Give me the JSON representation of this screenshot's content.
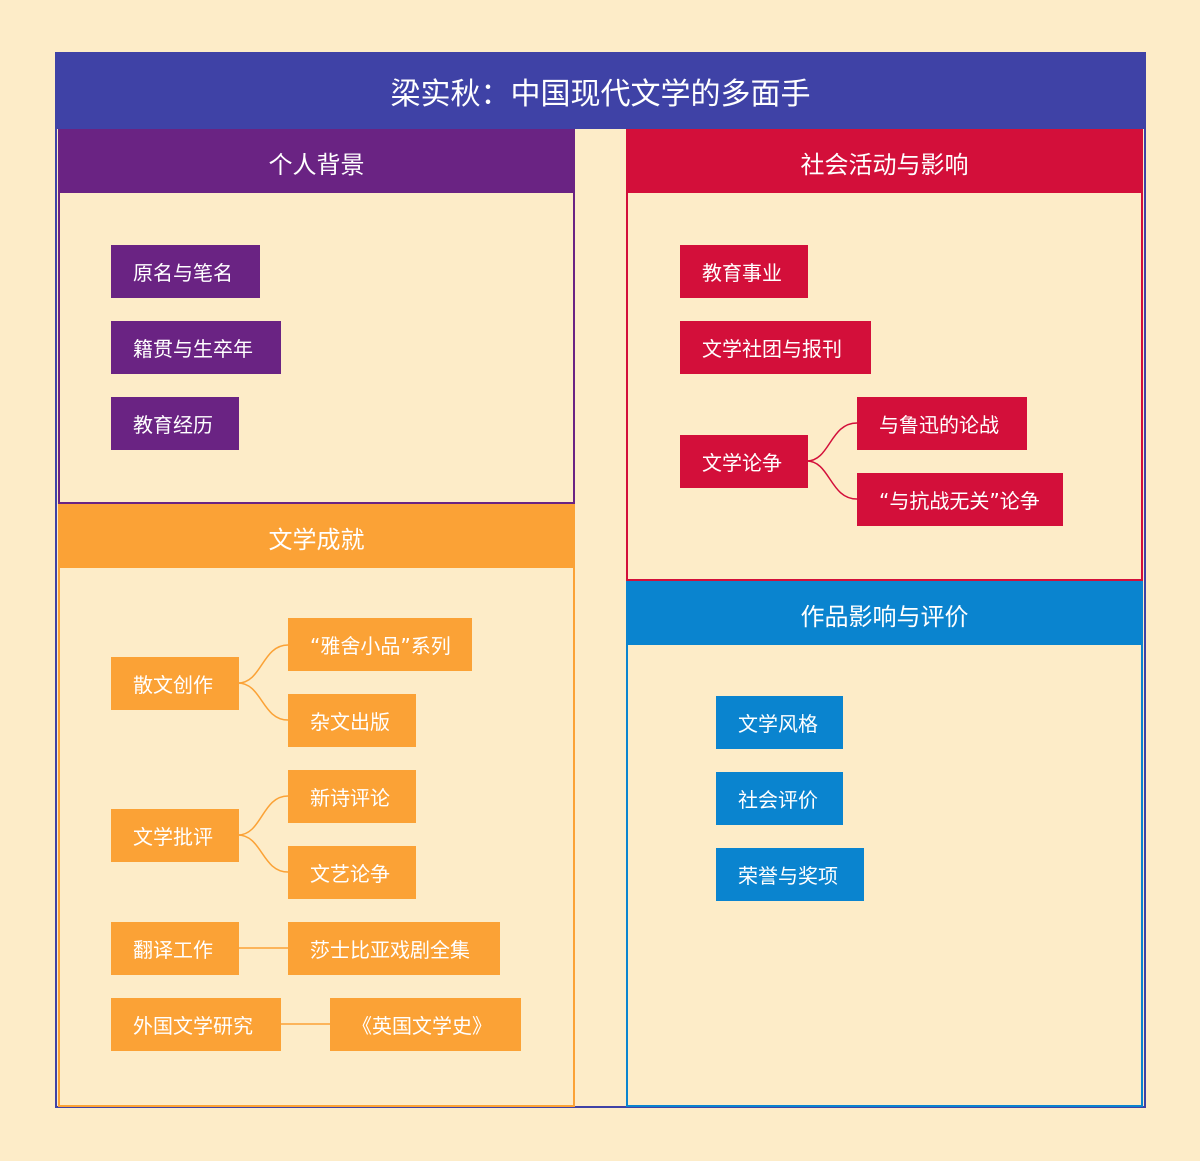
{
  "title": "梁实秋：中国现代文学的多面手",
  "colors": {
    "background": "#fdecc8",
    "frame": "#3f42a6",
    "personal": "#6a2383",
    "social": "#d30f3a",
    "literary": "#fba236",
    "evaluation": "#0a84cf"
  },
  "sections": {
    "personal": {
      "title": "个人背景",
      "items": [
        "原名与笔名",
        "籍贯与生卒年",
        "教育经历"
      ]
    },
    "social": {
      "title": "社会活动与影响",
      "items": [
        "教育事业",
        "文学社团与报刊",
        "文学论争"
      ],
      "debates": [
        "与鲁迅的论战",
        "“与抗战无关”论争"
      ]
    },
    "literary": {
      "title": "文学成就",
      "items": [
        "散文创作",
        "文学批评",
        "翻译工作",
        "外国文学研究"
      ],
      "prose_children": [
        "“雅舍小品”系列",
        "杂文出版"
      ],
      "criticism_children": [
        "新诗评论",
        "文艺论争"
      ],
      "translation_child": "莎士比亚戏剧全集",
      "research_child": "《英国文学史》"
    },
    "evaluation": {
      "title": "作品影响与评价",
      "items": [
        "文学风格",
        "社会评价",
        "荣誉与奖项"
      ]
    }
  }
}
